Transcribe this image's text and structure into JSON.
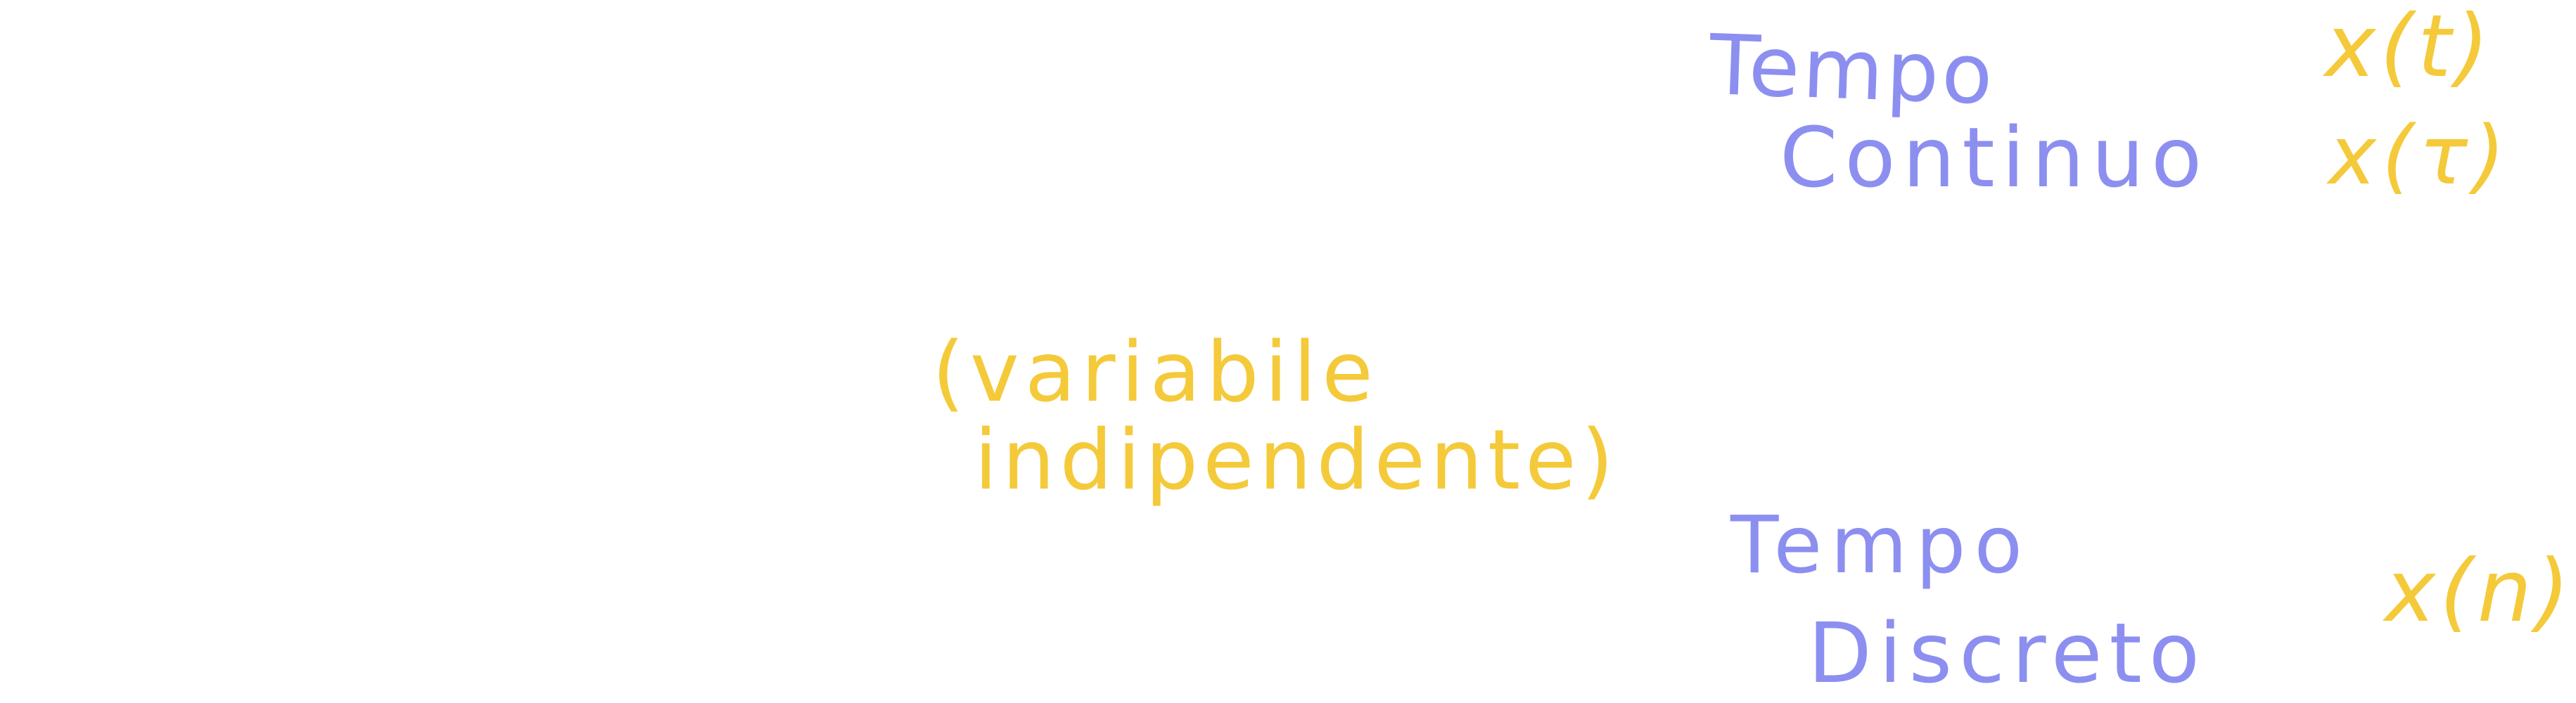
{
  "colors": {
    "background": "#ffffff",
    "blue_ink": "#8c8ff0",
    "yellow_ink": "#f4ca3a"
  },
  "notes": {
    "tempo_continuo": {
      "line1": "Tempo",
      "line2": "Continuo"
    },
    "x_t": "x(t)",
    "x_tau": "x(τ)",
    "variabile_indipendente": {
      "line1": "(variabile",
      "line2": "indipendente)"
    },
    "tempo_discreto": {
      "line1": "Tempo",
      "line2": "Discreto"
    },
    "x_n": "x(n)"
  }
}
